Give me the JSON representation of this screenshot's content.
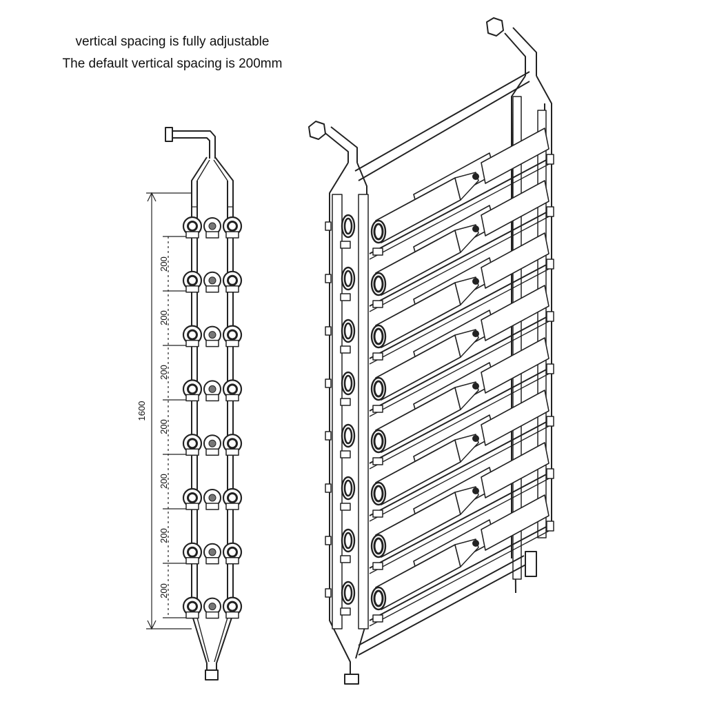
{
  "captions": {
    "line1": "vertical spacing is fully adjustable",
    "line2": "The default vertical spacing is 200mm"
  },
  "dimensions": {
    "total": "1600",
    "spacing": [
      "200",
      "200",
      "200",
      "200",
      "200",
      "200",
      "200"
    ]
  },
  "rack": {
    "rows": 8
  }
}
